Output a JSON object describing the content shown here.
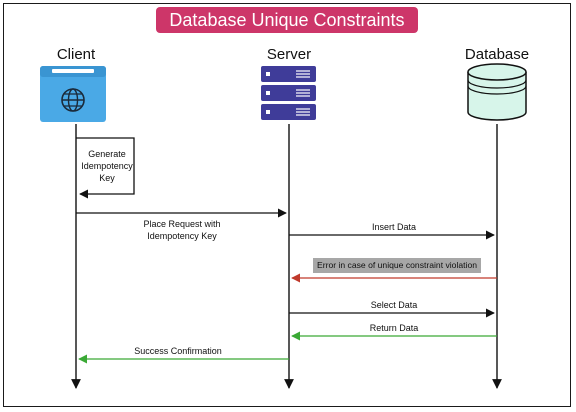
{
  "title": "Database Unique Constraints",
  "actors": {
    "client": "Client",
    "server": "Server",
    "database": "Database"
  },
  "messages": {
    "generate_key": "Generate\nIdempotency\nKey",
    "place_request_line1": "Place Request with",
    "place_request_line2": "Idempotency Key",
    "insert_data": "Insert Data",
    "error_unique": "Error in case of unique constraint violation",
    "select_data": "Select Data",
    "return_data": "Return Data",
    "success_confirmation": "Success Confirmation"
  },
  "colors": {
    "title_bg": "#cd3669",
    "client_icon": "#4aa9e6",
    "server_icon": "#3f3c99",
    "database_icon": "#d7f5ea",
    "error_arrow": "#c0392b",
    "return_arrow": "#3aa935",
    "request_arrow": "#111111"
  },
  "icons": {
    "client": "browser-globe-icon",
    "server": "server-rack-icon",
    "database": "database-cylinder-icon"
  }
}
